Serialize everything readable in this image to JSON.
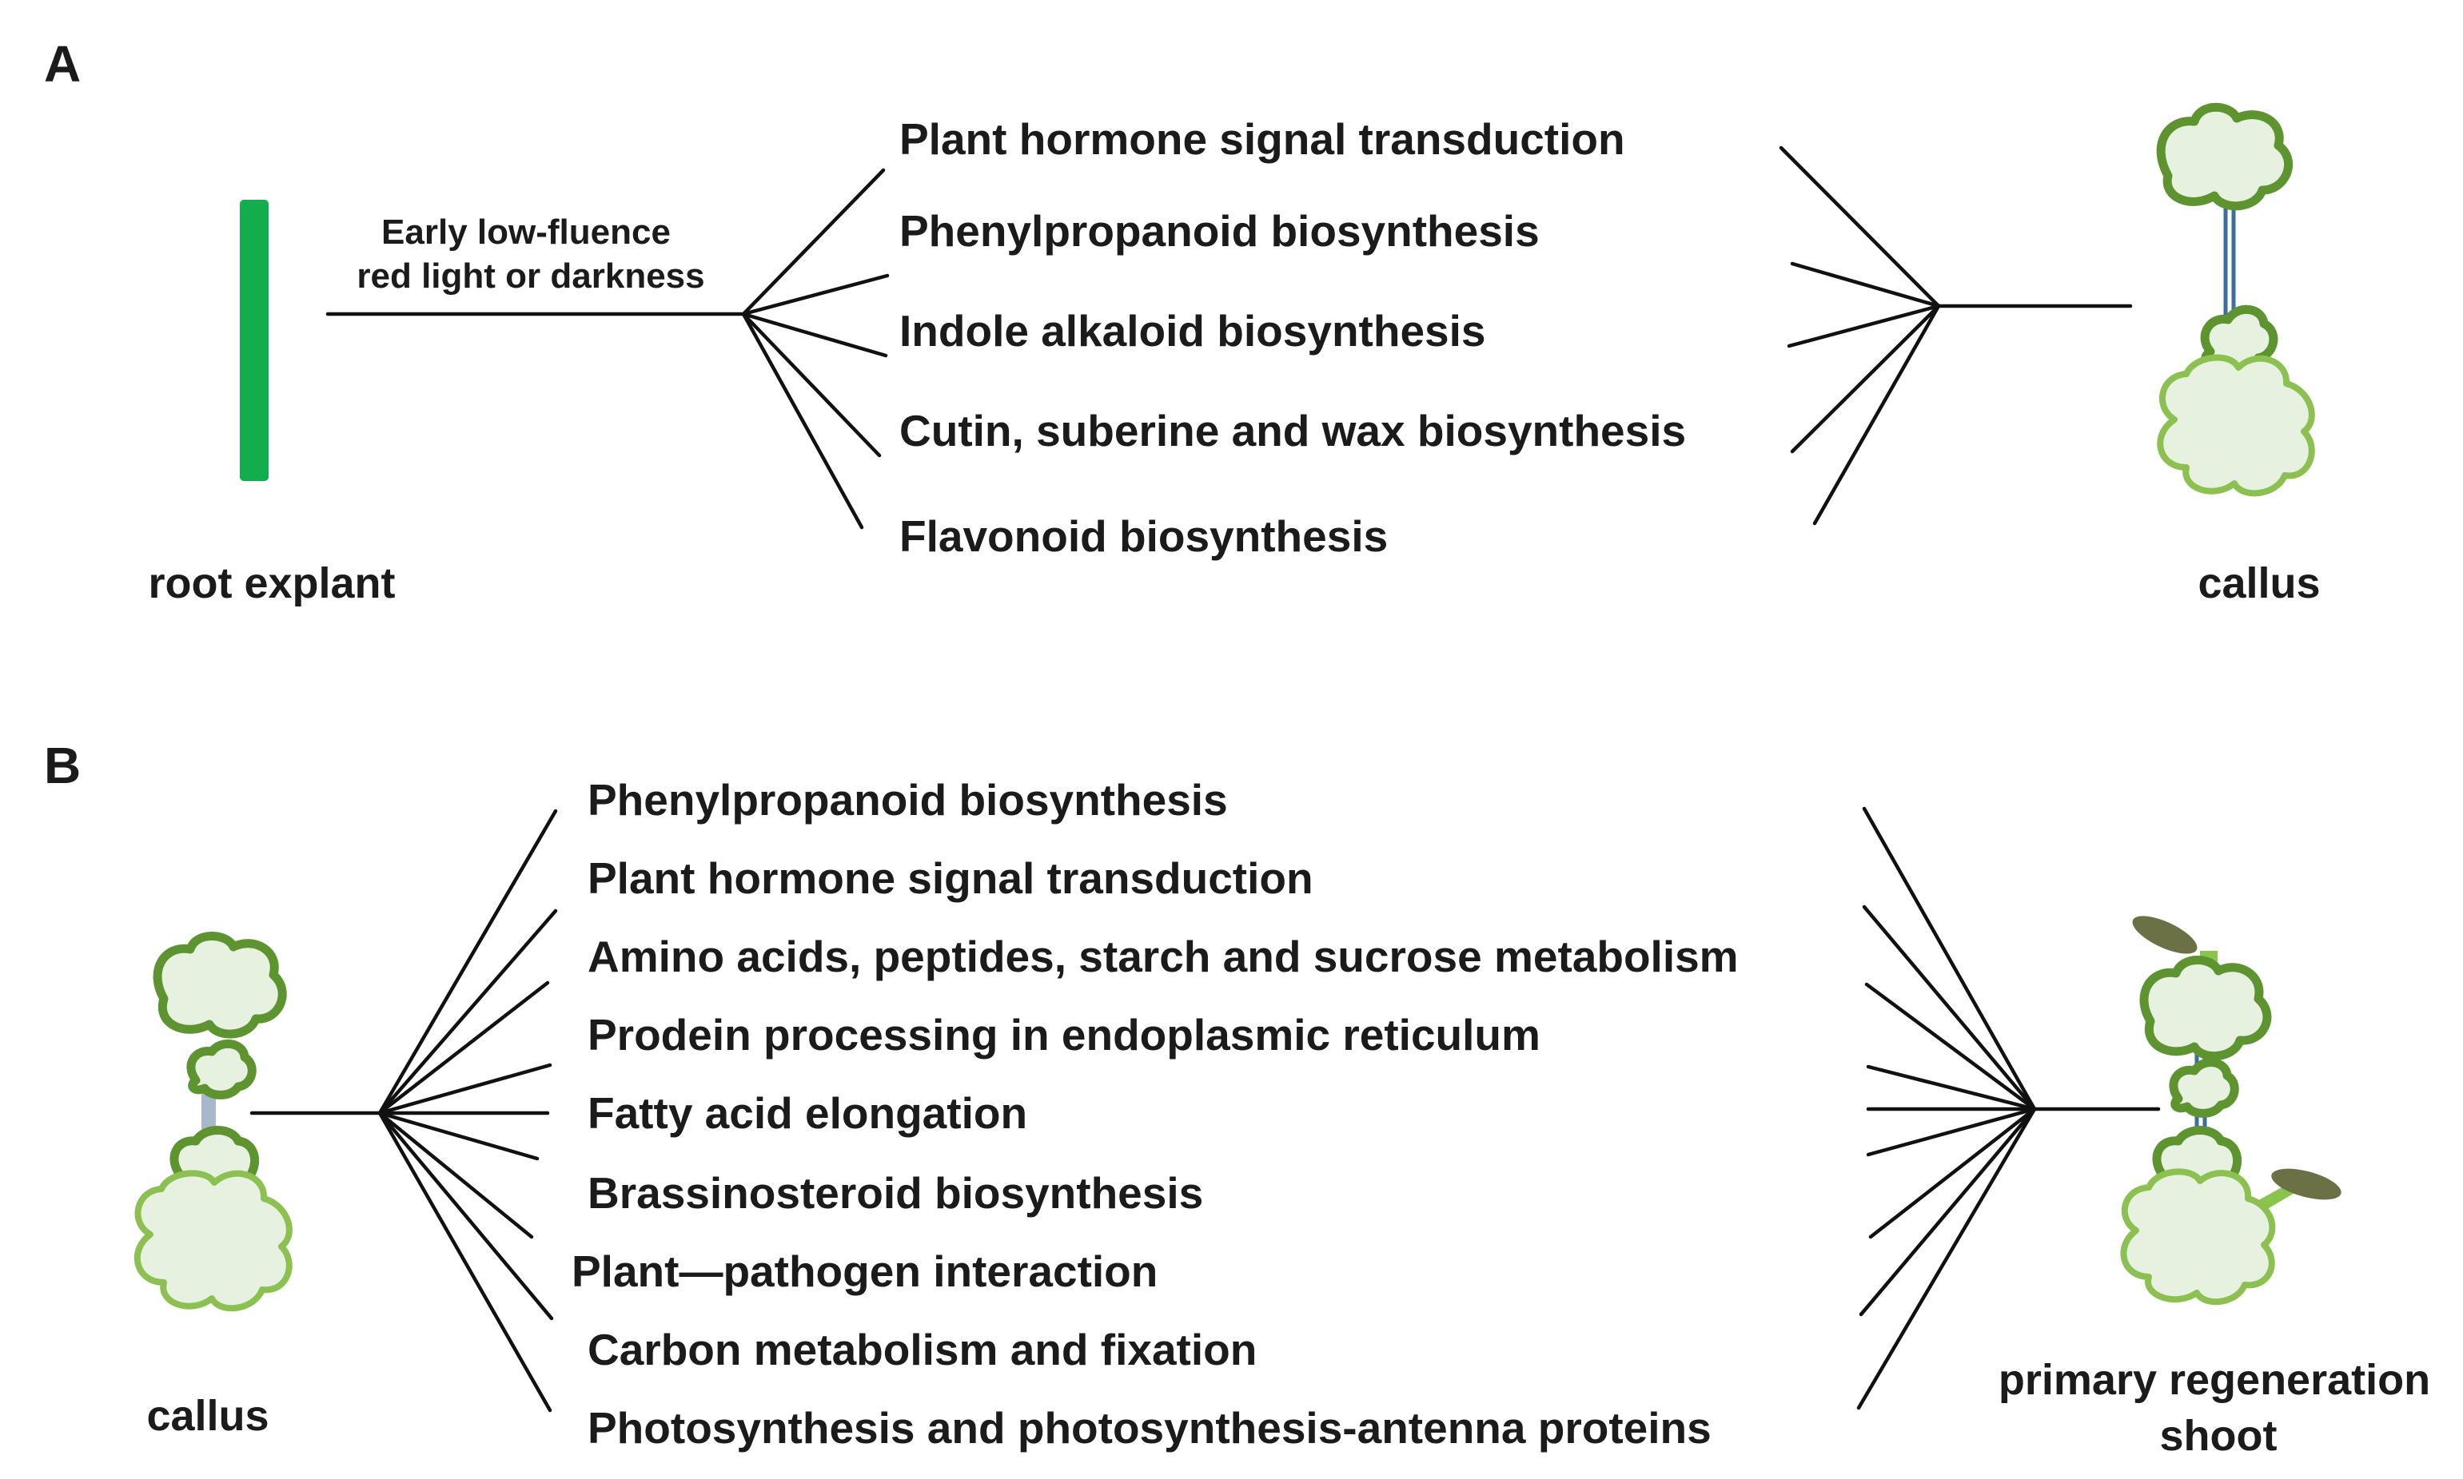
{
  "panel_a": {
    "label": "A",
    "explant_label": "root explant",
    "condition_line1": "Early low-fluence",
    "condition_line2": "red light or darkness",
    "pathways": [
      "Plant hormone signal transduction",
      "Phenylpropanoid biosynthesis",
      "Indole alkaloid biosynthesis",
      "Cutin, suberine and wax biosynthesis",
      "Flavonoid biosynthesis"
    ],
    "result_label": "callus"
  },
  "panel_b": {
    "label": "B",
    "start_label": "callus",
    "pathways": [
      "Phenylpropanoid biosynthesis",
      "Plant hormone signal transduction",
      "Amino acids, peptides, starch and sucrose metabolism",
      "Prodein processing in endoplasmic reticulum",
      "Fatty acid elongation",
      "Brassinosteroid biosynthesis",
      "Plant—pathogen interaction",
      "Carbon metabolism and fixation",
      "Photosynthesis and photosynthesis-antenna proteins"
    ],
    "result_line1": "primary regeneration",
    "result_line2": "shoot"
  },
  "colors": {
    "root_green": "#13ad4e",
    "callus_outline": "#5e9430",
    "callus_fill": "#e6f1df",
    "callus_light_outline": "#8cc152",
    "stem_blue": "#3c6ea0",
    "stem_light": "#a9b8c8",
    "leaf": "#6b7045",
    "leaf_stalk": "#8ac44a"
  }
}
